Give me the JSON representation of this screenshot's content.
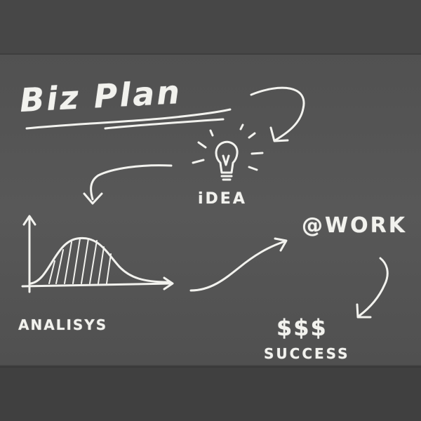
{
  "board": {
    "title": "Biz Plan",
    "idea_label": "iDEA",
    "analysis_label": "ANALISYS",
    "work_label": "@WORK",
    "money_label": "$$$",
    "success_label": "SUCCESS"
  },
  "colors": {
    "chalkboard": "#555555",
    "chalk": "#f2f2ee",
    "frame_band": "#474747"
  },
  "icons": [
    "lightbulb-icon",
    "arrow-icon",
    "bell-curve-chart"
  ]
}
